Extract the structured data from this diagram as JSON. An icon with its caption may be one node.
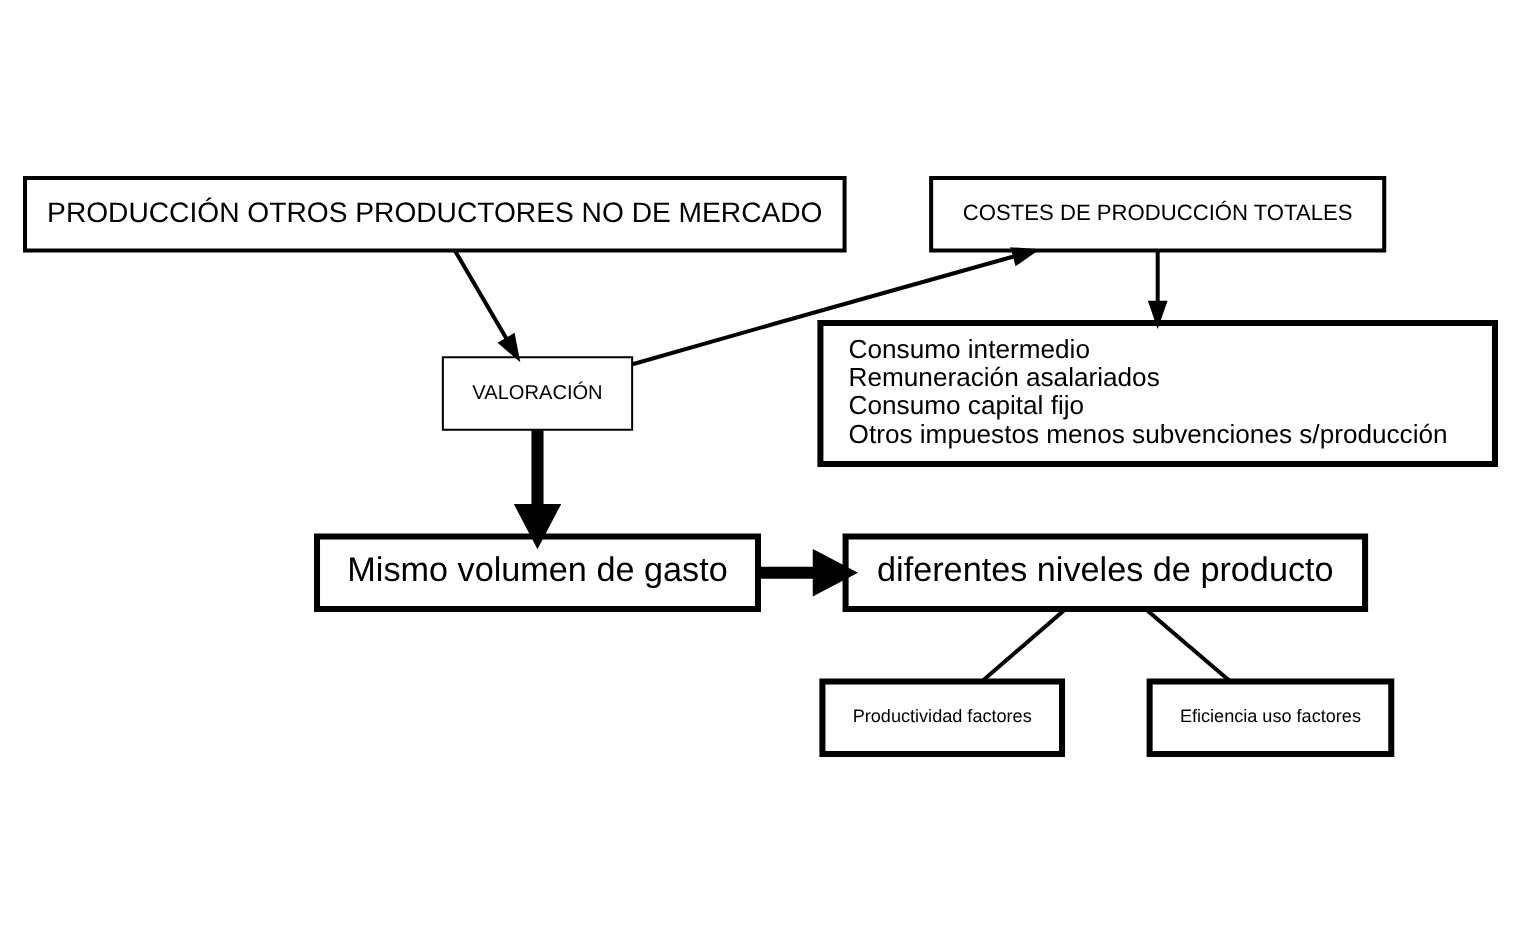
{
  "diagram": {
    "nodes": [
      {
        "text": [
          "PRODUCCIÓN OTROS PRODUCTORES NO DE MERCADO"
        ]
      },
      {
        "text": [
          "COSTES DE PRODUCCIÓN TOTALES"
        ]
      },
      {
        "text": [
          "Consumo intermedio",
          "Remuneración asalariados",
          "Consumo capital fijo",
          "Otros impuestos menos subvenciones s/producción"
        ]
      },
      {
        "text": [
          "VALORACIÓN"
        ]
      },
      {
        "text": [
          "Mismo volumen de gasto"
        ]
      },
      {
        "text": [
          "diferentes niveles de producto"
        ]
      },
      {
        "text": [
          "Productividad factores"
        ]
      },
      {
        "text": [
          "Eficiencia uso factores"
        ]
      }
    ],
    "edges": [
      {
        "from": 0,
        "to": 3,
        "arrow": "to"
      },
      {
        "from": 3,
        "to": 1,
        "arrow": "to"
      },
      {
        "from": 1,
        "to": 2,
        "arrow": "to"
      },
      {
        "from": 3,
        "to": 4,
        "arrow": "to",
        "style": "thick"
      },
      {
        "from": 4,
        "to": 5,
        "arrow": "to",
        "style": "thick"
      },
      {
        "from": 5,
        "to": 6,
        "arrow": "none"
      },
      {
        "from": 5,
        "to": 7,
        "arrow": "none"
      }
    ]
  }
}
